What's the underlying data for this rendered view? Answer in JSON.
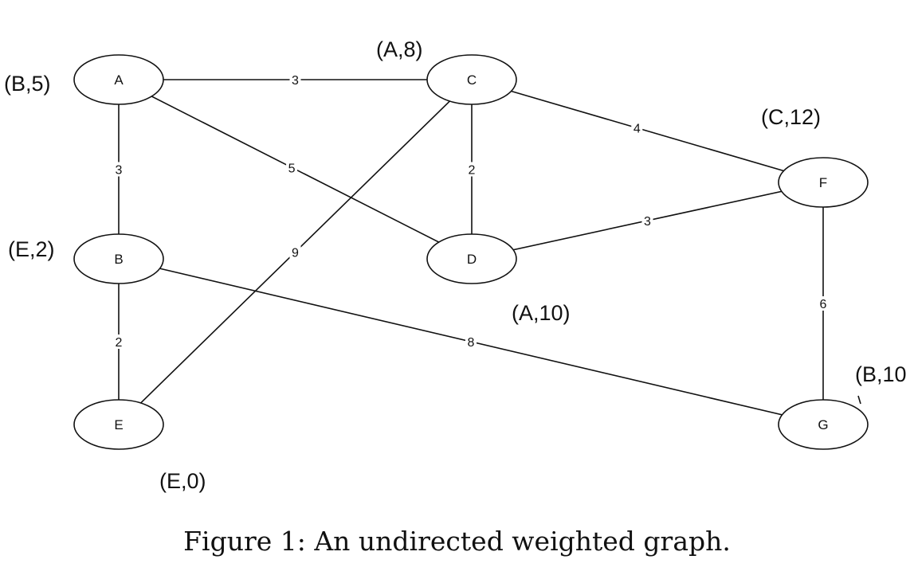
{
  "nodes": [
    {
      "id": "A",
      "label": "A"
    },
    {
      "id": "B",
      "label": "B"
    },
    {
      "id": "C",
      "label": "C"
    },
    {
      "id": "D",
      "label": "D"
    },
    {
      "id": "E",
      "label": "E"
    },
    {
      "id": "F",
      "label": "F"
    },
    {
      "id": "G",
      "label": "G"
    }
  ],
  "edges": [
    {
      "from": "A",
      "to": "C",
      "weight": "3"
    },
    {
      "from": "A",
      "to": "B",
      "weight": "3"
    },
    {
      "from": "A",
      "to": "D",
      "weight": "5"
    },
    {
      "from": "C",
      "to": "D",
      "weight": "2"
    },
    {
      "from": "C",
      "to": "F",
      "weight": "4"
    },
    {
      "from": "C",
      "to": "E",
      "weight": "9"
    },
    {
      "from": "D",
      "to": "F",
      "weight": "3"
    },
    {
      "from": "B",
      "to": "E",
      "weight": "2"
    },
    {
      "from": "B",
      "to": "G",
      "weight": "8"
    },
    {
      "from": "F",
      "to": "G",
      "weight": "6"
    }
  ],
  "annotations": [
    {
      "node": "A",
      "text": "(B,5)"
    },
    {
      "node": "C",
      "text": "(A,8)"
    },
    {
      "node": "F",
      "text": "(C,12)"
    },
    {
      "node": "B",
      "text": "(E,2)"
    },
    {
      "node": "D",
      "text": "(A,10)"
    },
    {
      "node": "G",
      "text": "(B,10"
    },
    {
      "node": "E",
      "text": "(E,0)"
    }
  ],
  "caption": "Figure 1: An undirected weighted graph."
}
